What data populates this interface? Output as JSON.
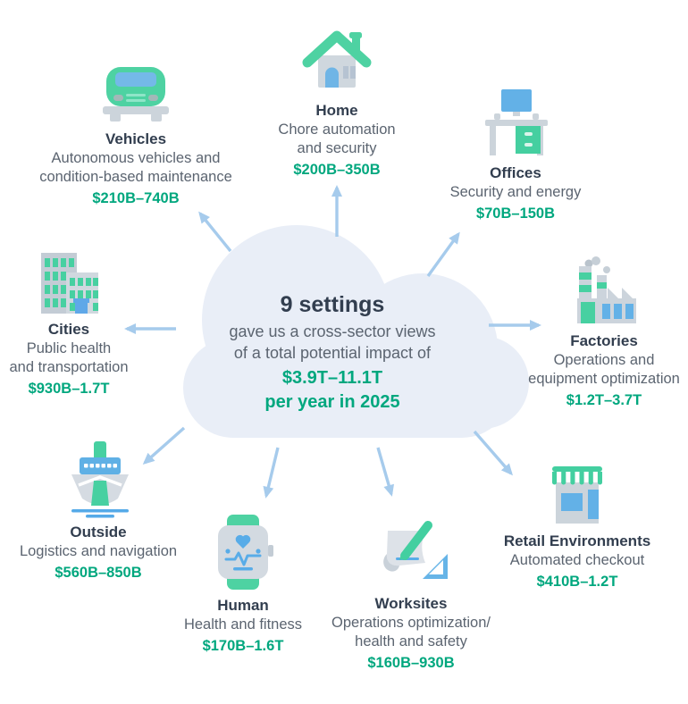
{
  "center": {
    "title": "9 settings",
    "subtitle": "gave us a cross-sector views\nof a total potential impact of",
    "value": "$3.9T–11.1T",
    "value_period": "per year in 2025"
  },
  "colors": {
    "accent_green": "#00a77e",
    "title_dark": "#323e4f",
    "body_gray": "#5b6470",
    "cloud_fill": "#e9eef7",
    "arrow_blue": "#a6cbec",
    "icon_green": "#4ed2a2",
    "icon_blue": "#63b1e7",
    "icon_gray": "#ccd4db"
  },
  "settings": [
    {
      "name": "Vehicles",
      "description": "Autonomous vehicles and\ncondition-based maintenance",
      "value_range": "$210B–740B",
      "icon": "car-icon"
    },
    {
      "name": "Home",
      "description": "Chore automation\nand security",
      "value_range": "$200B–350B",
      "icon": "house-icon"
    },
    {
      "name": "Offices",
      "description": "Security and energy",
      "value_range": "$70B–150B",
      "icon": "desk-icon"
    },
    {
      "name": "Cities",
      "description": "Public health\nand transportation",
      "value_range": "$930B–1.7T",
      "icon": "buildings-icon"
    },
    {
      "name": "Factories",
      "description": "Operations and\nequipment optimization",
      "value_range": "$1.2T–3.7T",
      "icon": "factory-icon"
    },
    {
      "name": "Outside",
      "description": "Logistics and navigation",
      "value_range": "$560B–850B",
      "icon": "ship-icon"
    },
    {
      "name": "Human",
      "description": "Health and fitness",
      "value_range": "$170B–1.6T",
      "icon": "smartwatch-icon"
    },
    {
      "name": "Worksites",
      "description": "Operations optimization/\nhealth and safety",
      "value_range": "$160B–930B",
      "icon": "blueprint-icon"
    },
    {
      "name": "Retail Environments",
      "description": "Automated checkout",
      "value_range": "$410B–1.2T",
      "icon": "storefront-icon"
    }
  ]
}
